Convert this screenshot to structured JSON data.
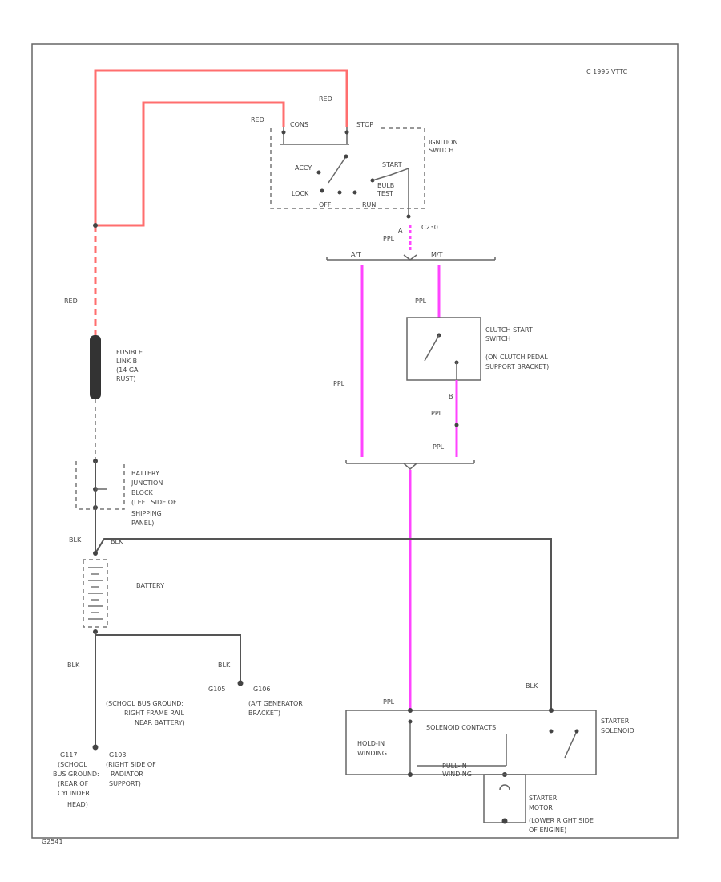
{
  "copyright": "C 1995 VTTC",
  "footer_code": "G2541",
  "colors": {
    "red_wire": "#ff6e6e",
    "ppl_wire": "#ff44ff",
    "ink": "#555555"
  },
  "wires": {
    "red_top": "RED",
    "red_inner": "RED",
    "red_fusible": "RED",
    "blk_battery_top": "BLK",
    "blk_battery_top2": "BLK",
    "blk_battery_bottom": "BLK",
    "blk_s105": "BLK",
    "blk_solenoid": "BLK",
    "ppl_c230": "PPL",
    "ppl_left": "PPL",
    "ppl_clutch_top": "PPL",
    "ppl_clutch_b": "PPL",
    "ppl_clutch_low": "PPL",
    "ppl_solenoid": "PPL"
  },
  "ignition": {
    "term_cons": "CONS",
    "term_stop": "STOP",
    "acc": "ACCY",
    "lock": "LOCK",
    "off": "OFF",
    "run": "RUN",
    "start": "START",
    "bulb_test": [
      "BULB",
      "TEST"
    ],
    "label": [
      "IGNITION",
      "SWITCH"
    ],
    "pin_a": "A",
    "connector": "C230"
  },
  "splice": {
    "left": "A/T",
    "right": "M/T"
  },
  "clutch": {
    "label": [
      "CLUTCH START",
      "SWITCH",
      "(ON CLUTCH PEDAL",
      "SUPPORT BRACKET)"
    ],
    "pin_b": "B"
  },
  "fusible": [
    "FUSIBLE",
    "LINK B",
    "(14 GA",
    "RUST)"
  ],
  "junction_block": [
    "BATTERY",
    "JUNCTION",
    "BLOCK",
    "(LEFT SIDE OF",
    "SHIPPING",
    "PANEL)"
  ],
  "battery": "BATTERY",
  "grounds": {
    "s105_id": "G105",
    "s105_text": [
      "(SCHOOL BUS GROUND:",
      "RIGHT FRAME RAIL",
      "NEAR BATTERY)"
    ],
    "g106_id": "G106",
    "g106_text": [
      "(A/T GENERATOR",
      "BRACKET)"
    ],
    "g117_text": [
      "G117",
      "(SCHOOL",
      "BUS GROUND:",
      "(REAR OF",
      "CYLINDER",
      "HEAD)"
    ],
    "g103_text": [
      "G103",
      "(RIGHT SIDE OF",
      "RADIATOR",
      "SUPPORT)"
    ]
  },
  "solenoid": {
    "contacts": "SOLENOID CONTACTS",
    "hold_in": [
      "HOLD-IN",
      "WINDING"
    ],
    "pull_in": [
      "PULL-IN",
      "WINDING"
    ],
    "label": [
      "STARTER",
      "SOLENOID"
    ]
  },
  "motor": {
    "label": [
      "STARTER",
      "MOTOR",
      "(LOWER RIGHT SIDE",
      "OF ENGINE)"
    ]
  }
}
